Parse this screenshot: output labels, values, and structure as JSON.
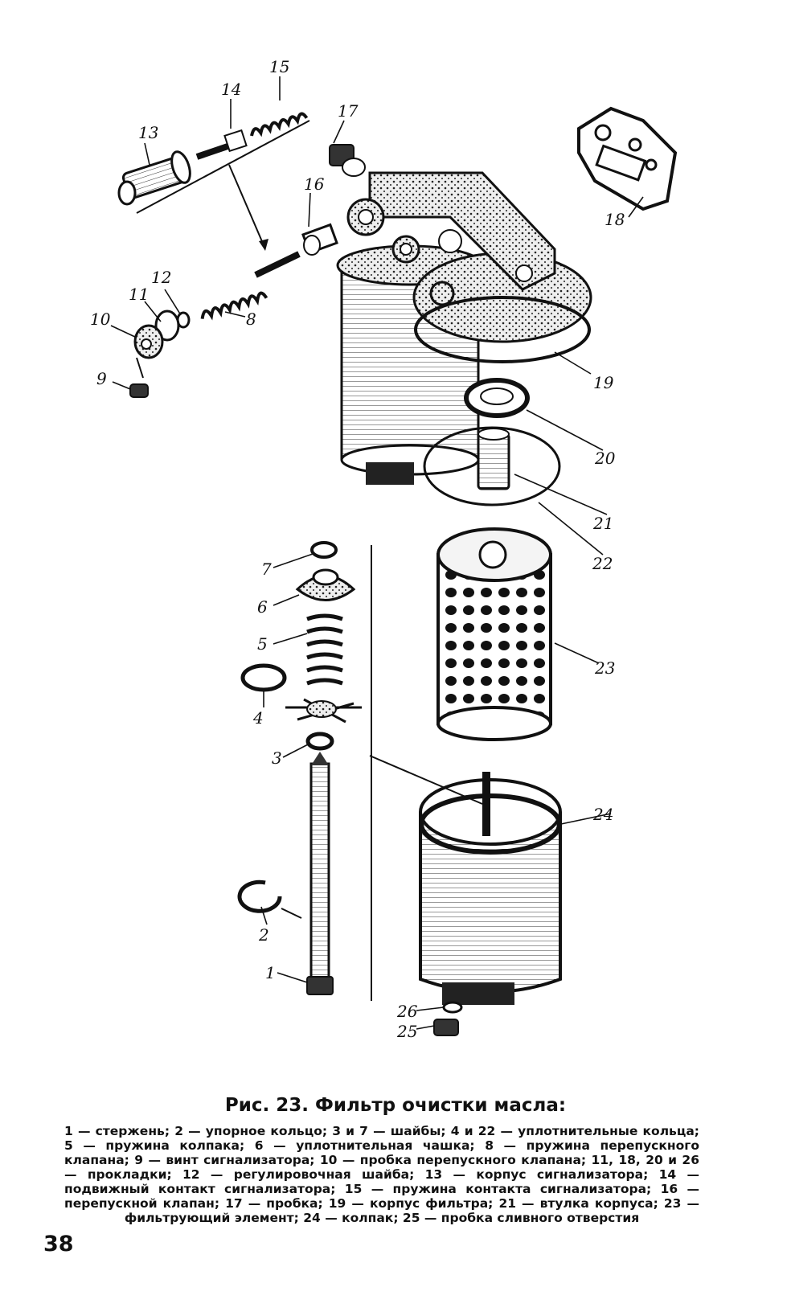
{
  "figure": {
    "callouts": [
      "1",
      "2",
      "3",
      "4",
      "5",
      "6",
      "7",
      "8",
      "9",
      "10",
      "11",
      "12",
      "13",
      "14",
      "15",
      "16",
      "17",
      "18",
      "19",
      "20",
      "21",
      "22",
      "23",
      "24",
      "25",
      "26"
    ]
  },
  "caption": {
    "title": "Рис. 23. Фильтр очистки масла:",
    "body": "1 — стержень; 2 — упорное кольцо; 3 и 7 — шайбы; 4 и 22 — уплотнительные кольца; 5 — пружина колпака; 6 — уплотнительная чашка; 8 — пружина перепускного клапана; 9 — винт сигнализатора; 10 — пробка перепускного клапана; 11, 18, 20 и 26 — прокладки; 12 — регулировочная шайба; 13 — корпус сигнализатора; 14 — подвижный контакт сигнализатора; 15 — пружина контакта сигнализатора; 16 — перепускной клапан; 17 — пробка; 19 — корпус фильтра; 21 — втулка корпуса; 23 — фильтрующий элемент; 24 — колпак; 25 — пробка сливного отверстия"
  },
  "page_number": "38"
}
